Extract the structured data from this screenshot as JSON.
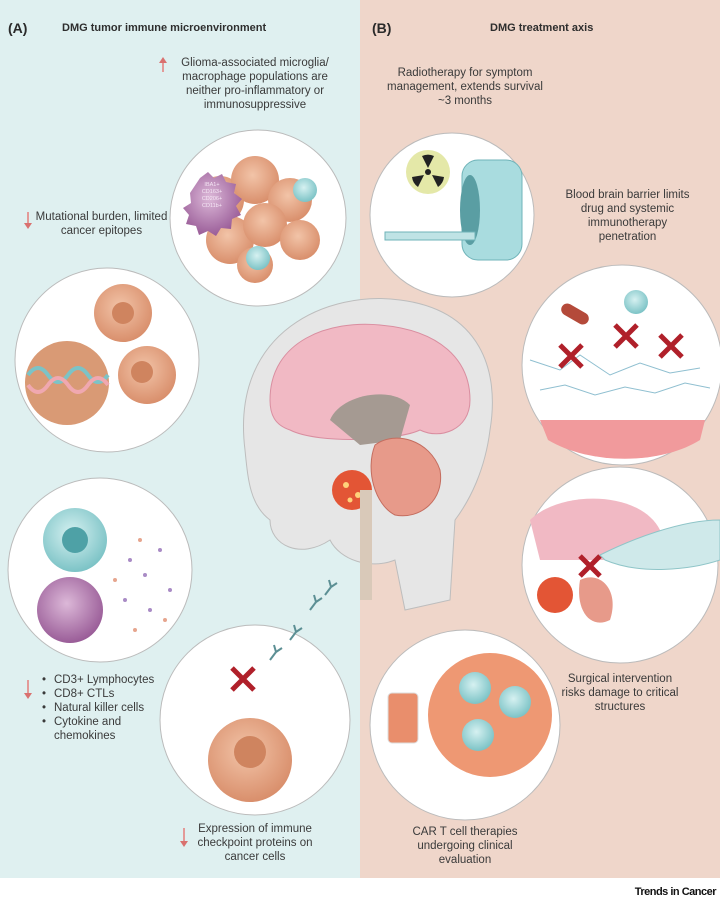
{
  "panel_a": {
    "label": "(A)",
    "title": "DMG tumor immune microenvironment",
    "glioma_text": "Glioma-associated microglia/ macrophage populations are neither pro-inflammatory or immunosuppressive",
    "glioma_direction": "up",
    "microglia_markers": [
      "IBA1+",
      "CD163+",
      "CD206+",
      "CD11b+"
    ],
    "mutational_text": "Mutational burden, limited cancer epitopes",
    "mutational_direction": "down",
    "immune_list": [
      "CD3+ Lymphocytes",
      "CD8+ CTLs",
      "Natural killer cells",
      "Cytokine and chemokines"
    ],
    "immune_direction": "down",
    "checkpoint_text": "Expression of immune checkpoint proteins on cancer cells",
    "checkpoint_direction": "down"
  },
  "panel_b": {
    "label": "(B)",
    "title": "DMG treatment axis",
    "radiotherapy_text": "Radiotherapy for symptom management, extends survival ~3 months",
    "bbb_text": "Blood brain barrier limits drug and systemic immunotherapy penetration",
    "surgery_text": "Surgical intervention risks damage to critical structures",
    "cart_text": "CAR T cell therapies undergoing clinical evaluation"
  },
  "footer": "Trends in Cancer",
  "colors": {
    "panel_a_bg": "#dff0f0",
    "panel_b_bg": "#efd6ca",
    "arrow": "#d9716f",
    "cancer_cell": "#e3a07f",
    "x_mark": "#b0202a"
  }
}
